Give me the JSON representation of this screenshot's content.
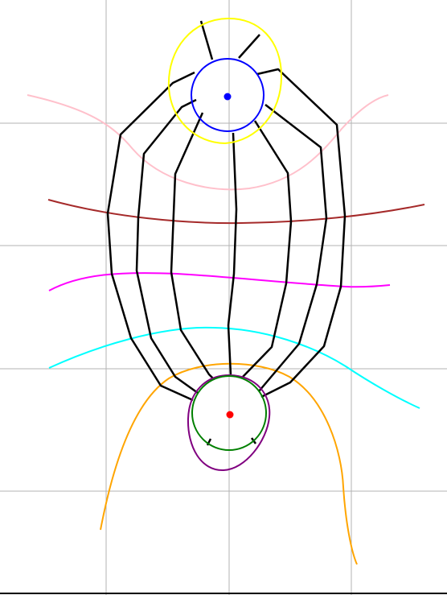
{
  "figure": {
    "background": "#ffffff",
    "grid_color": "#b3b3b3",
    "wire_color": "#000000",
    "curves": [
      {
        "name": "pink",
        "color": "#ffc0cb"
      },
      {
        "name": "brown",
        "color": "#a52a2a"
      },
      {
        "name": "magenta",
        "color": "#ff00ff"
      },
      {
        "name": "cyan",
        "color": "#00ffff"
      },
      {
        "name": "orange",
        "color": "#ffa500"
      }
    ],
    "top_body": {
      "halo_color": "#ffff00",
      "ring_color": "#0000ff",
      "dot_color": "#0000ff"
    },
    "bottom_body": {
      "halo_color": "#800080",
      "ring_color": "#008000",
      "dot_color": "#ff0000"
    }
  }
}
